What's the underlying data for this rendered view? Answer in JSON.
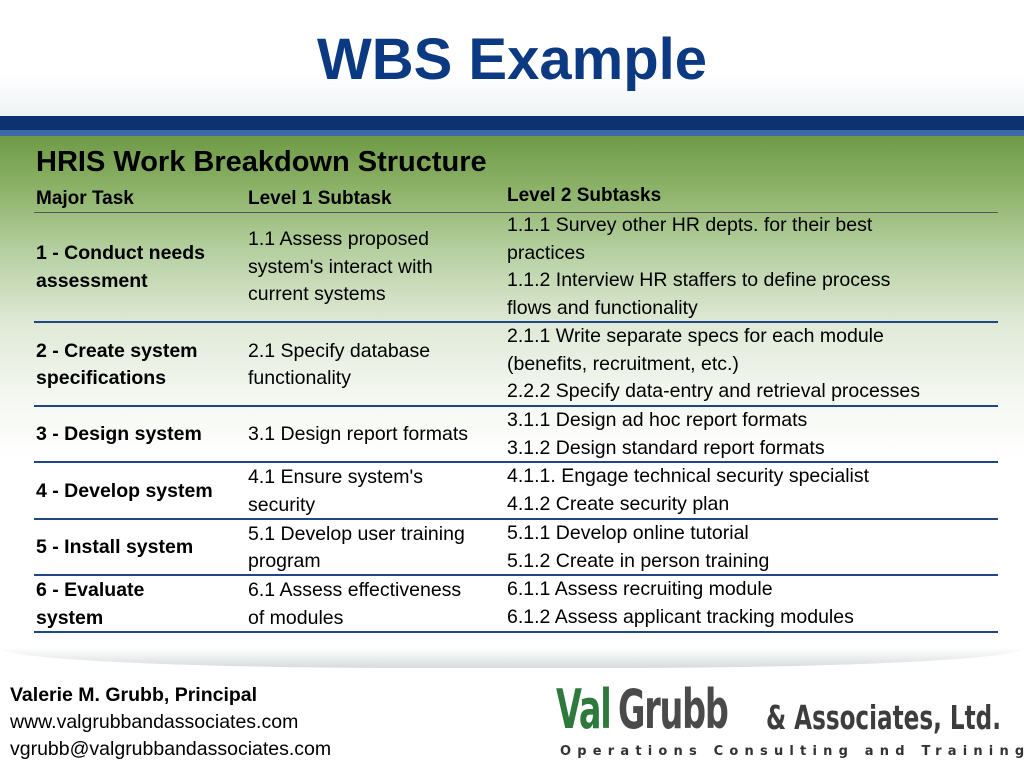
{
  "slide": {
    "title": "WBS Example",
    "table_title": "HRIS Work Breakdown Structure"
  },
  "table": {
    "headers": [
      "Major Task",
      "Level 1 Subtask",
      "Level 2 Subtasks"
    ],
    "rows": [
      {
        "major": [
          "1 - Conduct needs",
          "assessment"
        ],
        "level1": [
          "1.1 Assess proposed",
          "system's interact with",
          "current systems"
        ],
        "level2": [
          "1.1.1 Survey other HR depts. for their best",
          "practices",
          "1.1.2 Interview HR staffers to define process",
          "flows and functionality"
        ]
      },
      {
        "major": [
          "2 - Create system",
          "specifications"
        ],
        "level1": [
          "2.1 Specify database",
          "functionality"
        ],
        "level2": [
          "2.1.1  Write separate specs for each module",
          "(benefits, recruitment, etc.)",
          "2.2.2 Specify data-entry and retrieval processes"
        ]
      },
      {
        "major": [
          "3 - Design system"
        ],
        "level1": [
          "3.1 Design report formats"
        ],
        "level2": [
          "3.1.1 Design ad hoc report formats",
          "3.1.2 Design standard report formats"
        ]
      },
      {
        "major": [
          "4 - Develop system"
        ],
        "level1": [
          "4.1 Ensure system's",
          "security"
        ],
        "level2": [
          "4.1.1. Engage technical security specialist",
          "4.1.2 Create security plan"
        ]
      },
      {
        "major": [
          "5 - Install system"
        ],
        "level1": [
          "5.1 Develop user training",
          "program"
        ],
        "level2": [
          "5.1.1 Develop online tutorial",
          "5.1.2 Create in person training"
        ]
      },
      {
        "major": [
          "6 - Evaluate",
          "system"
        ],
        "level1": [
          "6.1 Assess effectiveness",
          "of modules"
        ],
        "level2": [
          "6.1.1 Assess recruiting module",
          "6.1.2 Assess applicant tracking modules"
        ]
      }
    ]
  },
  "footer": {
    "name": "Valerie M. Grubb, Principal",
    "website": "www.valgrubbandassociates.com",
    "email": "vgrubb@valgrubbandassociates.com"
  },
  "logo": {
    "part1": "Val",
    "part2": "Grubb",
    "part3": "& Associates, Ltd.",
    "tagline": "Operations Consulting and Training"
  },
  "colors": {
    "title": "#0b3a82",
    "stripe": "#0d3270",
    "panel_green": "#6e9a45",
    "row_rule": "#1f4686",
    "logo_green": "#2e7a3c"
  }
}
